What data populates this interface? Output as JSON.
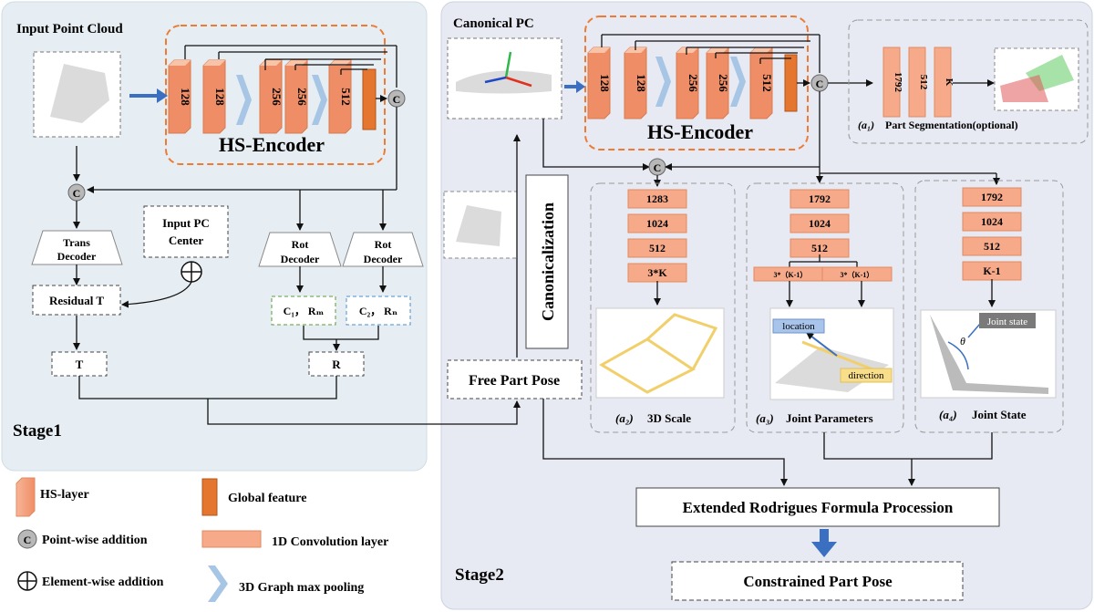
{
  "stage1": {
    "title": "Input Point Cloud",
    "encoder_label": "HS-Encoder",
    "encoder_channels": [
      "128",
      "128",
      "256",
      "256",
      "512"
    ],
    "trans_decoder": "Trans\nDecoder",
    "rot_decoder": "Rot\nDecoder",
    "input_pc_center": "Input PC\nCenter",
    "residual_t": "Residual T",
    "c1_label": "C₁， Rₘ",
    "c2_label": "C₂， Rₙ",
    "t_label": "T",
    "r_label": "R",
    "stage_label": "Stage1"
  },
  "stage2": {
    "title": "Canonical PC",
    "encoder_label": "HS-Encoder",
    "encoder_channels": [
      "128",
      "128",
      "256",
      "256",
      "512"
    ],
    "canonicalization": "Canonicalization",
    "free_part_pose": "Free Part Pose",
    "seg_layers": [
      "1792",
      "512",
      "K"
    ],
    "seg_caption_prefix": "(a₁)",
    "seg_caption": "Part Segmentation(optional)",
    "scale_layers": [
      "1283",
      "1024",
      "512",
      "3*K"
    ],
    "scale_caption_prefix": "(a₂)",
    "scale_caption": "3D Scale",
    "joint_layers": [
      "1792",
      "1024",
      "512"
    ],
    "joint_split": [
      "3*（K-1）",
      "3*（K-1）"
    ],
    "joint_caption_prefix": "(a₃)",
    "joint_caption": "Joint  Parameters",
    "joint_location": "location",
    "joint_direction": "direction",
    "state_layers": [
      "1792",
      "1024",
      "512",
      "K-1"
    ],
    "state_caption_prefix": "(a₄)",
    "state_caption": "Joint State",
    "state_tag": "Joint state",
    "theta": "θ",
    "rodrigues": "Extended Rodrigues Formula Procession",
    "constrained": "Constrained Part Pose",
    "stage_label": "Stage2"
  },
  "legend": {
    "hs_layer": "HS-layer",
    "global_feature": "Global feature",
    "pointwise": "Point-wise addition",
    "conv1d": "1D Convolution layer",
    "elementwise": "Element-wise addition",
    "graph_pool": "3D Graph max pooling"
  },
  "colors": {
    "stage1_bg": "#e6eef3",
    "stage2_bg": "#e8eaf3",
    "hs_layer": "#f3a07c",
    "global_feature": "#e5762f",
    "conv_layer": "#f6aa8a",
    "pool_chevron": "#a7c5e4",
    "encoder_border": "#ec7c35",
    "arrow_blue": "#3a6fc2"
  }
}
